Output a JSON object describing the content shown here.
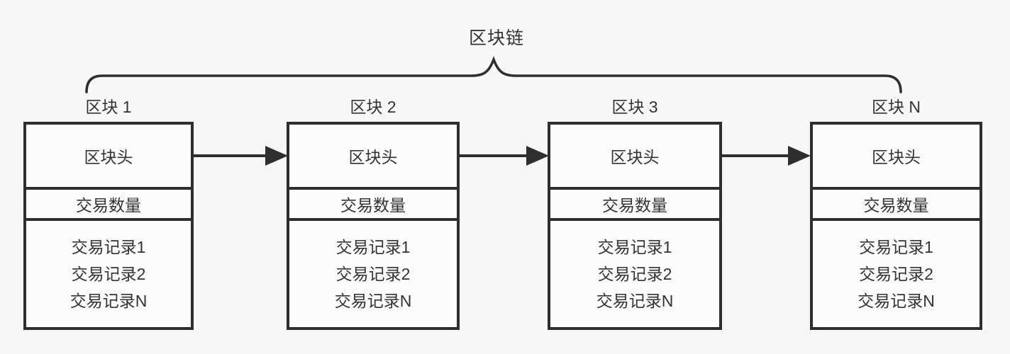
{
  "diagram": {
    "title": "区块链",
    "blocks": [
      {
        "title": "区块 1",
        "header_label": "区块头",
        "count_label": "交易数量",
        "records": [
          "交易记录1",
          "交易记录2",
          "交易记录N"
        ]
      },
      {
        "title": "区块 2",
        "header_label": "区块头",
        "count_label": "交易数量",
        "records": [
          "交易记录1",
          "交易记录2",
          "交易记录N"
        ]
      },
      {
        "title": "区块 3",
        "header_label": "区块头",
        "count_label": "交易数量",
        "records": [
          "交易记录1",
          "交易记录2",
          "交易记录N"
        ]
      },
      {
        "title": "区块 N",
        "header_label": "区块头",
        "count_label": "交易数量",
        "records": [
          "交易记录1",
          "交易记录2",
          "交易记录N"
        ]
      }
    ],
    "colors": {
      "background": "#f7f7f7",
      "box_fill": "#fcfcfc",
      "line": "#2e2e2e",
      "text": "#333333"
    }
  }
}
